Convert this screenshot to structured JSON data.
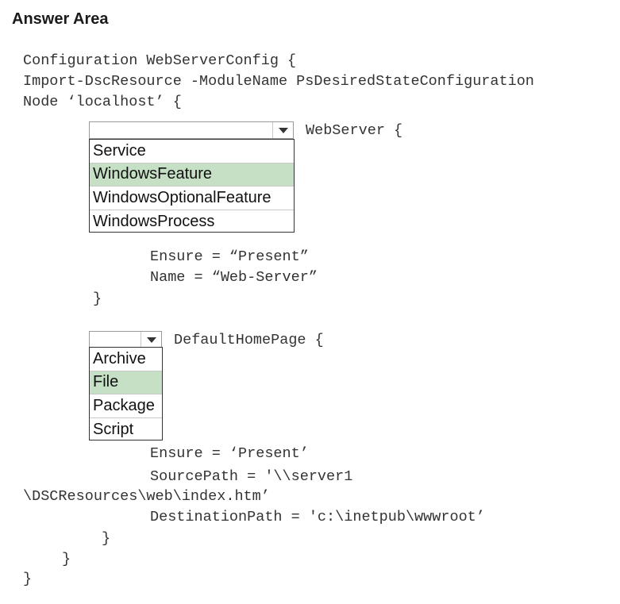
{
  "heading": "Answer Area",
  "code": {
    "line1": "Configuration WebServerConfig {",
    "line2": "Import-DscResource -ModuleName PsDesiredStateConfiguration",
    "line3": "Node ‘localhost’ {",
    "webserver_suffix": "WebServer {",
    "ensure1": "Ensure = “Present”",
    "name1": "Name = “Web-Server”",
    "close1": "}",
    "defaulthome_suffix": "DefaultHomePage {",
    "ensure2": "Ensure = ‘Present’",
    "source1": "SourcePath = '\\\\server1",
    "source2": "\\DSCResources\\web\\index.htm’",
    "dest": "DestinationPath = 'c:\\inetpub\\wwwroot’",
    "close2": "}",
    "close3": "}",
    "close4": "}"
  },
  "dropdown1": {
    "value": "",
    "options": [
      "Service",
      "WindowsFeature",
      "WindowsOptionalFeature",
      "WindowsProcess"
    ],
    "selected": "WindowsFeature"
  },
  "dropdown2": {
    "value": "",
    "options": [
      "Archive",
      "File",
      "Package",
      "Script"
    ],
    "selected": "File"
  },
  "colors": {
    "selected_highlight": "#c6e0c6",
    "text": "#333333"
  }
}
